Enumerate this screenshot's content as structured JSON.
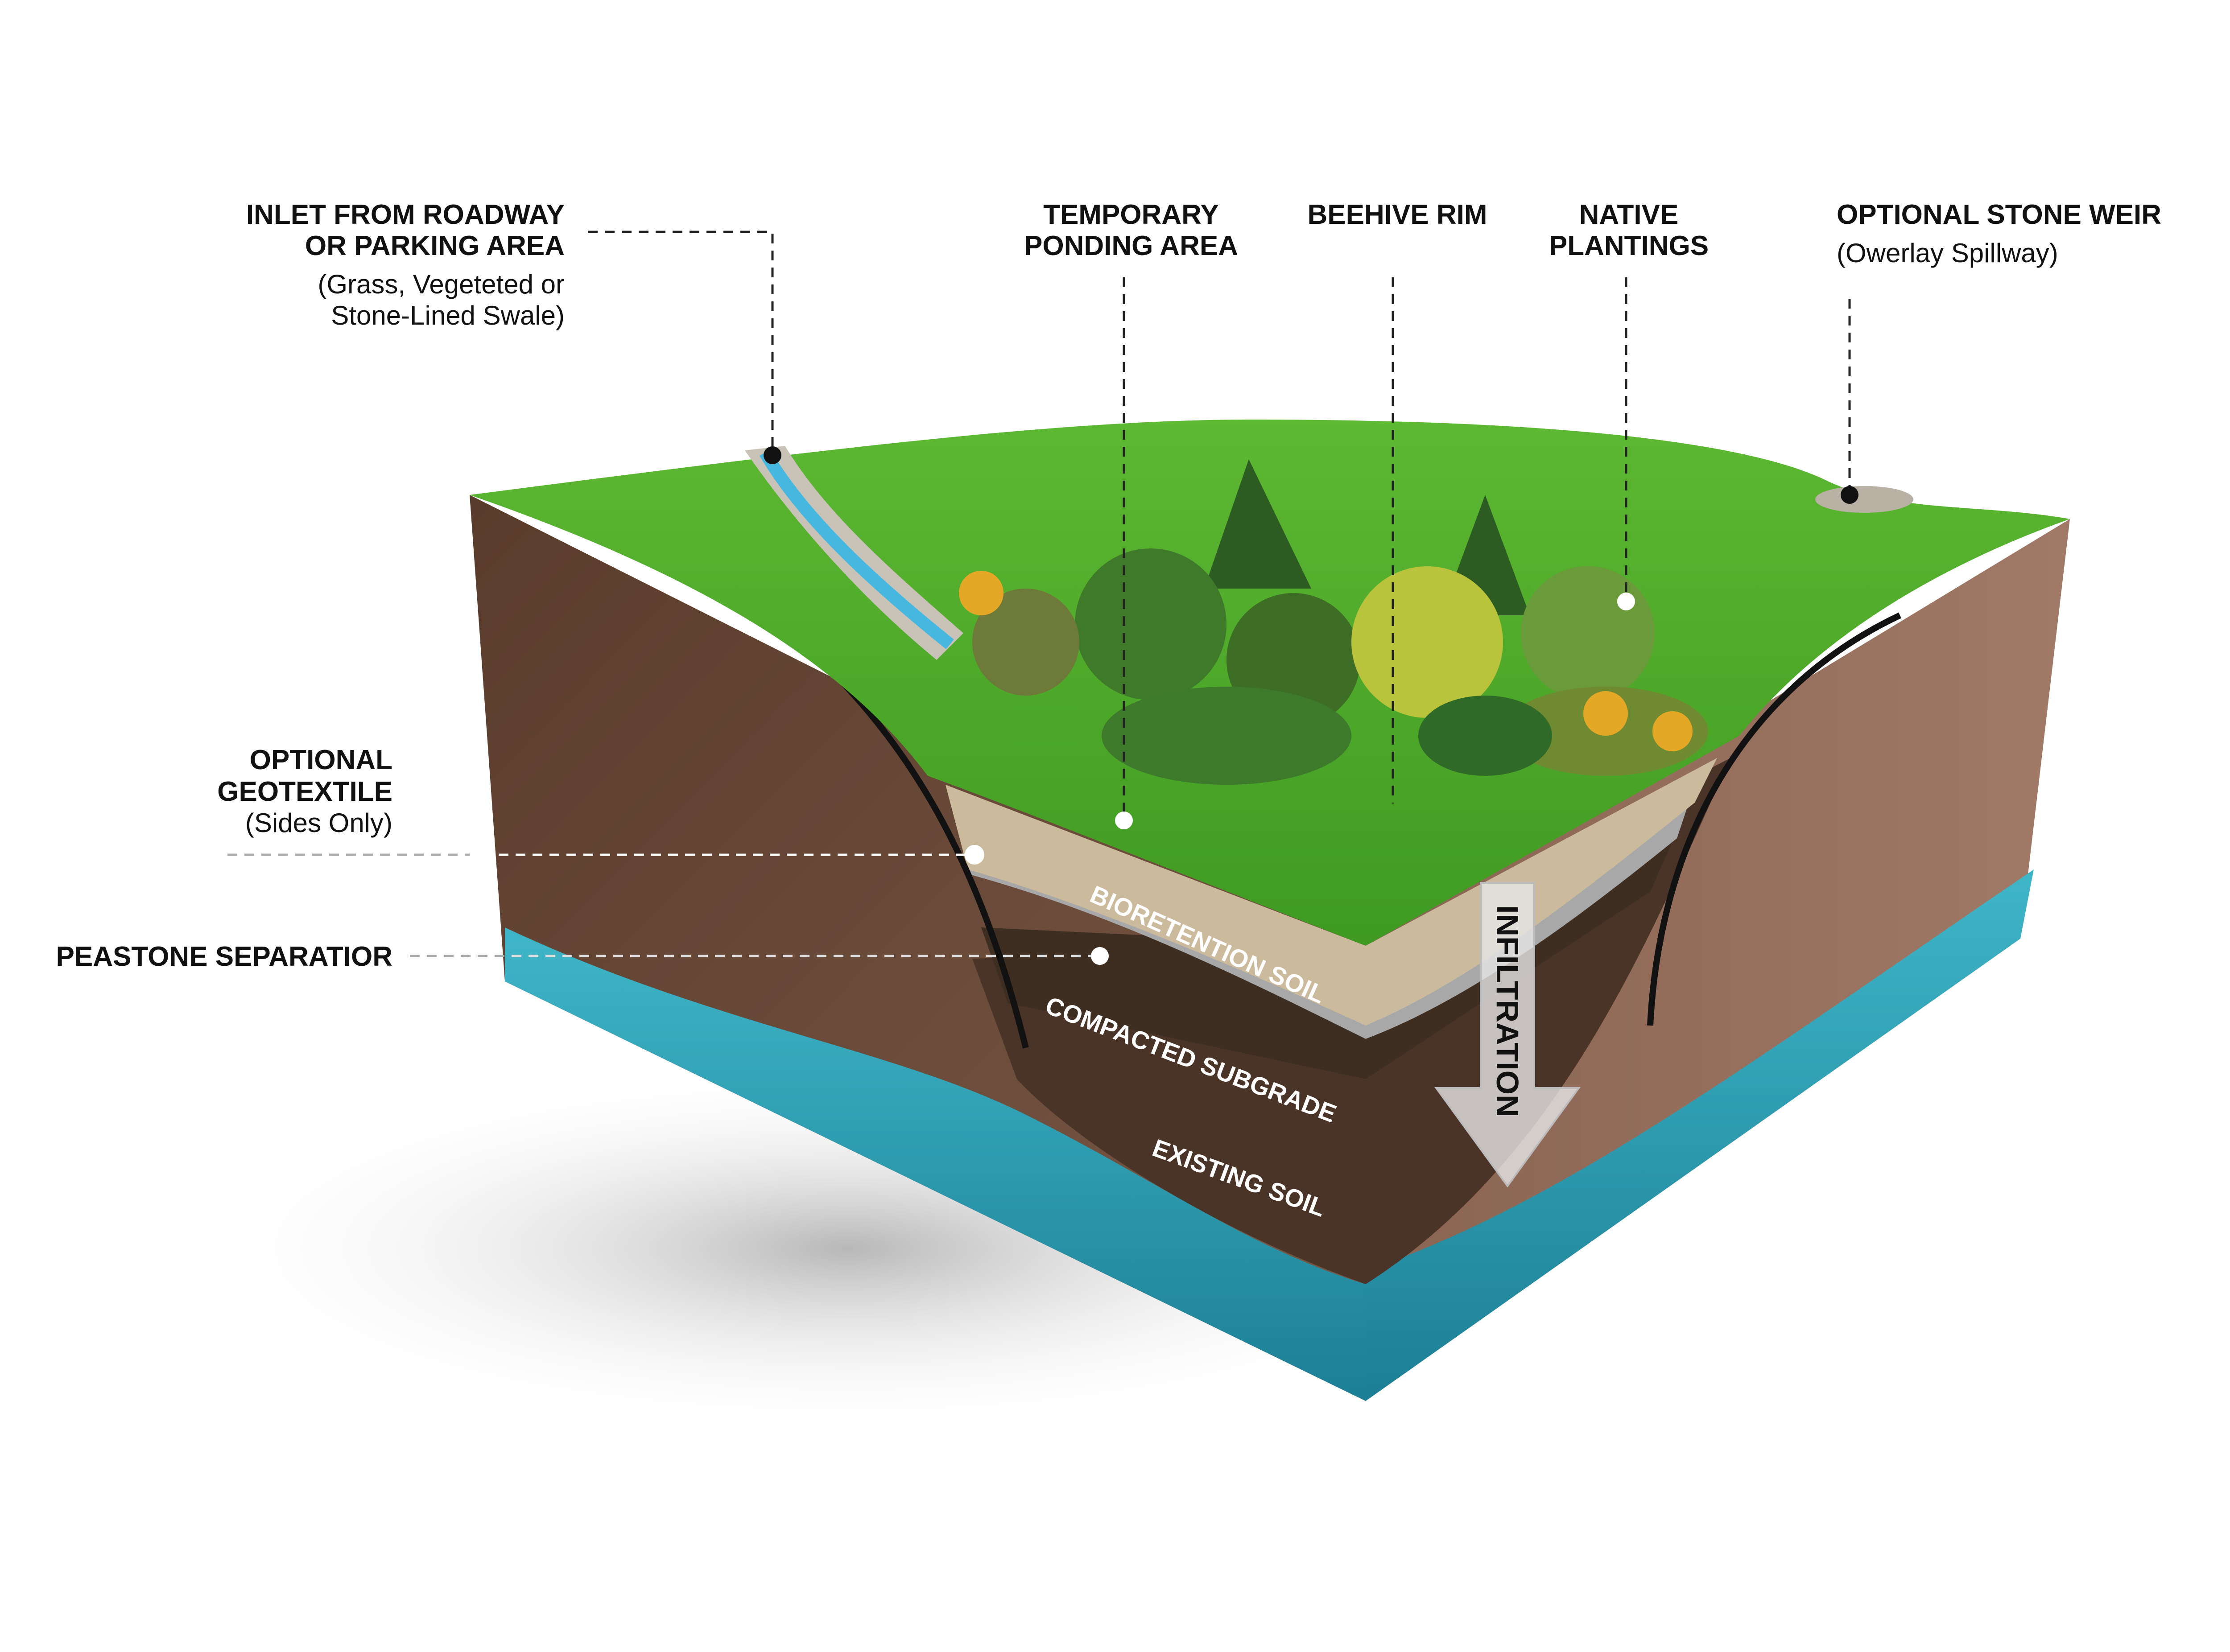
{
  "callouts": {
    "inlet": {
      "line1": "INLET FROM ROADWAY",
      "line2": "OR PARKING AREA",
      "note1": "(Grass, Vegeteted or",
      "note2": "Stone-Lined Swale)"
    },
    "ponding": {
      "line1": "TEMPORARY",
      "line2": "PONDING AREA"
    },
    "beehive": {
      "line1": "BEEHIVE RIM"
    },
    "plantings": {
      "line1": "NATIVE",
      "line2": "PLANTINGS"
    },
    "weir": {
      "line1": "OPTIONAL STONE WEIR",
      "note1": "(Owerlay Spillway)"
    },
    "geotextile": {
      "line1": "OPTIONAL",
      "line2": "GEOTEXTILE",
      "note1": "(Sides Only)"
    },
    "peastone": {
      "line1": "PEASTONE SEPARATIOR"
    }
  },
  "layers": {
    "bioretention": "BIORETENTION SOIL",
    "subgrade": "COMPACTED SUBGRADE",
    "existing": "EXISTING SOIL",
    "infiltration": "INFILTRATION"
  },
  "colors": {
    "grass": "#4fae2e",
    "soil": "#6b4a35",
    "water": "#2a9fb4",
    "bio": "#c8b89a",
    "gravel": "#9a9a9a"
  }
}
